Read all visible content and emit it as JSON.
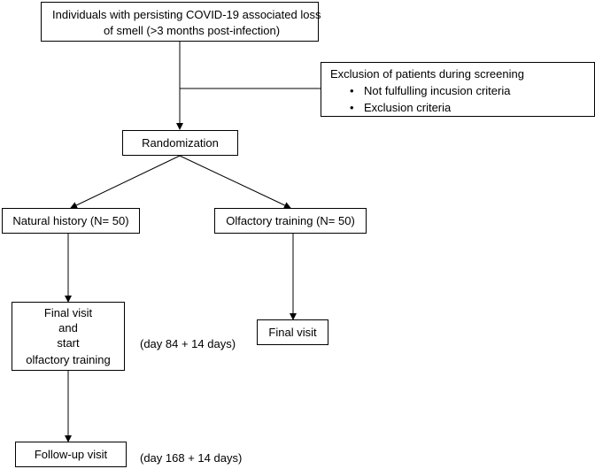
{
  "nodes": {
    "start": {
      "line1": "Individuals with persisting COVID-19 associated loss",
      "line2": "of smell (>3 months post-infection)"
    },
    "exclusion": {
      "title": "Exclusion of patients during screening",
      "items": [
        "Not fulfulling incusion criteria",
        "Exclusion criteria"
      ]
    },
    "randomization": {
      "label": "Randomization"
    },
    "natural_history": {
      "label": "Natural history (N= 50)"
    },
    "olfactory_training": {
      "label": "Olfactory training (N= 50)"
    },
    "final_visit_start": {
      "lines": [
        "Final visit",
        "and",
        "start",
        "olfactory training"
      ]
    },
    "final_visit": {
      "label": "Final visit"
    },
    "follow_up": {
      "label": "Follow-up visit"
    }
  },
  "annotations": {
    "day84": "(day 84 + 14 days)",
    "day168": "(day 168 + 14 days)"
  }
}
